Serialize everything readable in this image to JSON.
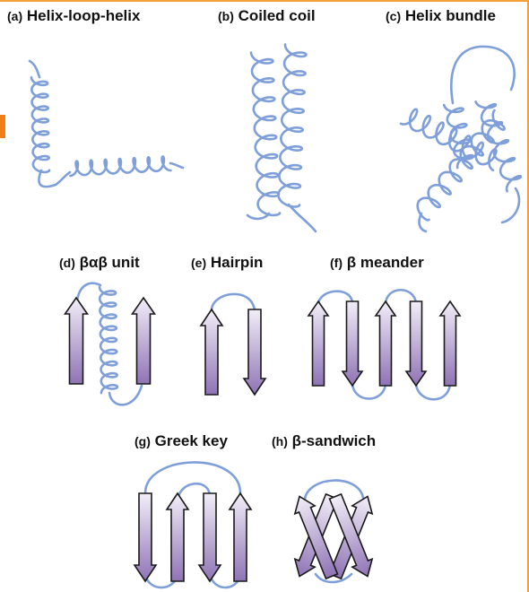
{
  "panels": [
    {
      "id": "a",
      "tag": "(a)",
      "title": "Helix-loop-helix"
    },
    {
      "id": "b",
      "tag": "(b)",
      "title": "Coiled coil"
    },
    {
      "id": "c",
      "tag": "(c)",
      "title": "Helix bundle"
    },
    {
      "id": "d",
      "tag": "(d)",
      "title": "βαβ unit"
    },
    {
      "id": "e",
      "tag": "(e)",
      "title": "Hairpin"
    },
    {
      "id": "f",
      "tag": "(f)",
      "title": "β meander"
    },
    {
      "id": "g",
      "tag": "(g)",
      "title": "Greek key"
    },
    {
      "id": "h",
      "tag": "(h)",
      "title": "β-sandwich"
    }
  ],
  "colors": {
    "helix": "#7e9fd9",
    "strand_top": "#f2eef8",
    "strand_bottom": "#8f73b5",
    "strand_outline": "#1a1a1a",
    "frame_accent": "#f4a13a",
    "frame_tab": "#f07f1a"
  }
}
